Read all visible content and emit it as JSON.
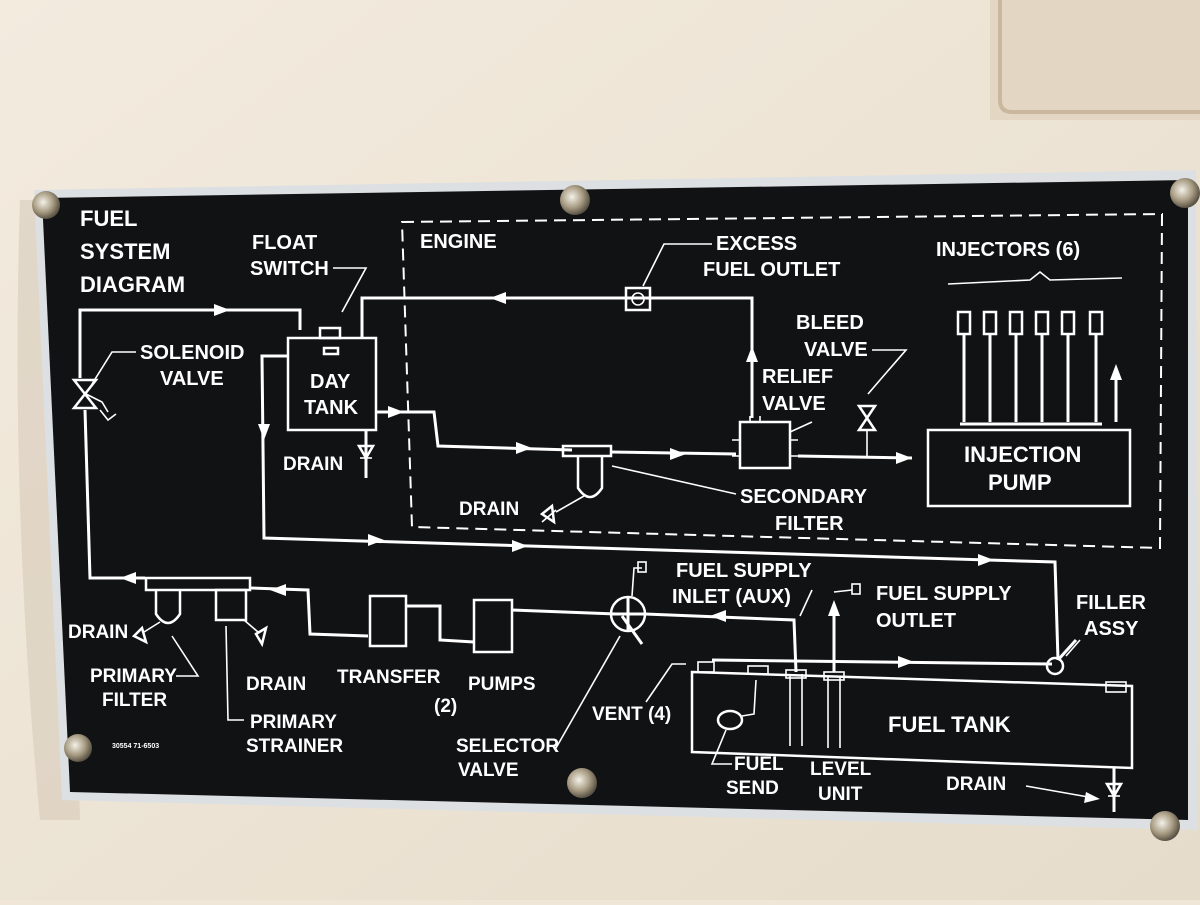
{
  "title": {
    "line1": "FUEL",
    "line2": "SYSTEM",
    "line3": "DIAGRAM"
  },
  "labels": {
    "float_switch_1": "FLOAT",
    "float_switch_2": "SWITCH",
    "engine": "ENGINE",
    "excess_1": "EXCESS",
    "excess_2": "FUEL OUTLET",
    "injectors": "INJECTORS (6)",
    "solenoid_1": "SOLENOID",
    "solenoid_2": "VALVE",
    "day_1": "DAY",
    "day_2": "TANK",
    "bleed_1": "BLEED",
    "bleed_2": "VALVE",
    "relief_1": "RELIEF",
    "relief_2": "VALVE",
    "drain_day": "DRAIN",
    "injection_1": "INJECTION",
    "injection_2": "PUMP",
    "secondary_1": "SECONDARY",
    "secondary_2": "FILTER",
    "drain_sec": "DRAIN",
    "supply_inlet_1": "FUEL SUPPLY",
    "supply_inlet_2": "INLET (AUX)",
    "supply_outlet_1": "FUEL SUPPLY",
    "supply_outlet_2": "OUTLET",
    "filler_1": "FILLER",
    "filler_2": "ASSY",
    "drain_pf": "DRAIN",
    "primary_filter_1": "PRIMARY",
    "primary_filter_2": "FILTER",
    "drain_ps": "DRAIN",
    "transfer": "TRANSFER",
    "pumps": "PUMPS",
    "two": "(2)",
    "vent": "VENT (4)",
    "fuel_tank": "FUEL TANK",
    "primary_strainer_1": "PRIMARY",
    "primary_strainer_2": "STRAINER",
    "selector_1": "SELECTOR",
    "selector_2": "VALVE",
    "fuel_send_1": "FUEL",
    "fuel_send_2": "SEND",
    "level_1": "LEVEL",
    "level_2": "UNIT",
    "drain_tank": "DRAIN",
    "part_1": "30554 71-6503"
  },
  "colors": {
    "plate": "#111214",
    "line": "#ffffff",
    "wall": "#efe6d8",
    "frame": "#d9dcdf"
  }
}
